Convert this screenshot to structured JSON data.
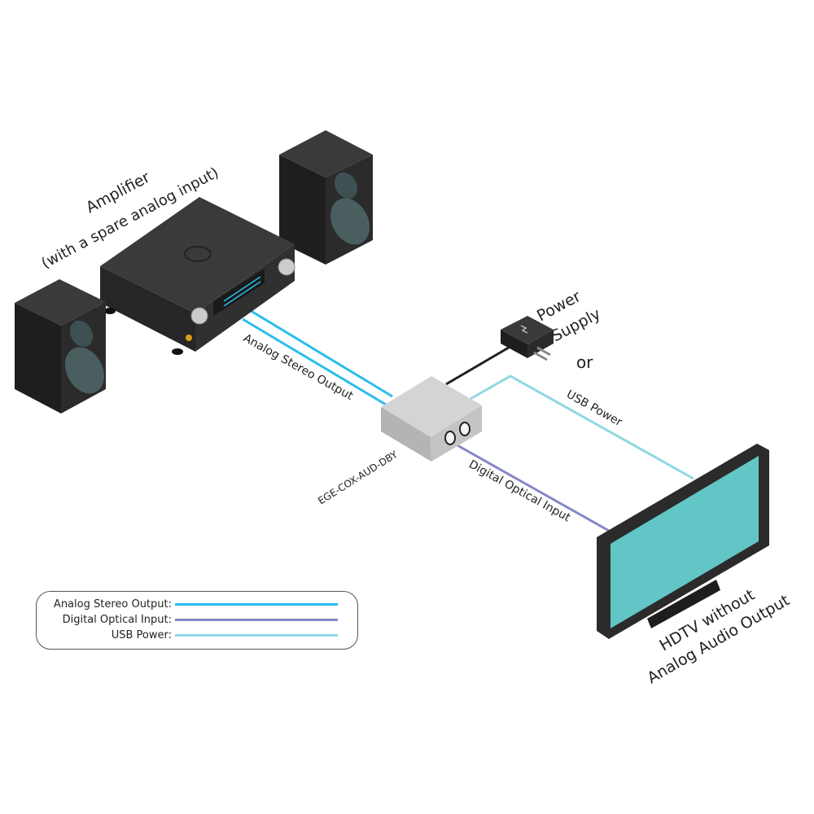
{
  "labels": {
    "amplifier": "Amplifier",
    "amplifier_note": "(with a spare analog input)",
    "power_supply_1": "Power",
    "power_supply_2": "Supply",
    "power_or": "or",
    "analog_line": "Analog Stereo Output",
    "usb_line": "USB Power",
    "optical_line": "Digital Optical Input",
    "device": "EGE-COX-AUD-DBY",
    "tv_1": "HDTV without",
    "tv_2": "Analog Audio Output"
  },
  "legend": {
    "items": [
      {
        "label": "Analog Stereo Output:",
        "color": "#2bbdec"
      },
      {
        "label": "Digital Optical Input:",
        "color": "#8487c6"
      },
      {
        "label": "USB Power:",
        "color": "#8fd8e2"
      }
    ]
  },
  "colors": {
    "analog": "#2bbdec",
    "optical": "#8487c6",
    "usb": "#8fd8e2",
    "power": "#231f20",
    "tv_screen": "#62c6c6",
    "device_body": "#cfd1d0"
  }
}
